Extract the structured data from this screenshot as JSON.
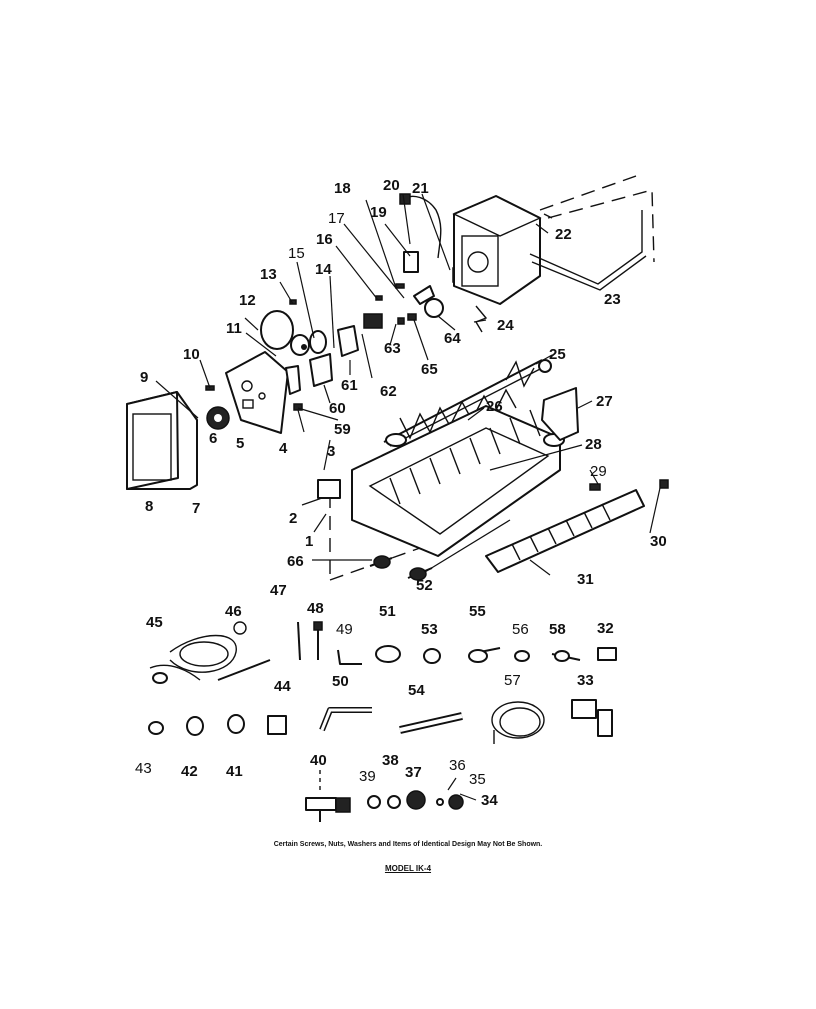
{
  "footer": {
    "note": "Certain Screws, Nuts, Washers and Items of Identical Design May Not Be Shown.",
    "model": "MODEL IK-4"
  },
  "labels": [
    "1",
    "2",
    "3",
    "4",
    "5",
    "6",
    "7",
    "8",
    "9",
    "10",
    "11",
    "12",
    "13",
    "14",
    "15",
    "16",
    "17",
    "18",
    "19",
    "20",
    "21",
    "22",
    "23",
    "24",
    "25",
    "26",
    "27",
    "28",
    "29",
    "30",
    "31",
    "32",
    "33",
    "34",
    "35",
    "36",
    "37",
    "38",
    "39",
    "40",
    "41",
    "42",
    "43",
    "44",
    "45",
    "46",
    "47",
    "48",
    "49",
    "50",
    "51",
    "52",
    "53",
    "54",
    "55",
    "56",
    "57",
    "58",
    "59",
    "60",
    "61",
    "62",
    "63",
    "64",
    "65",
    "66"
  ]
}
